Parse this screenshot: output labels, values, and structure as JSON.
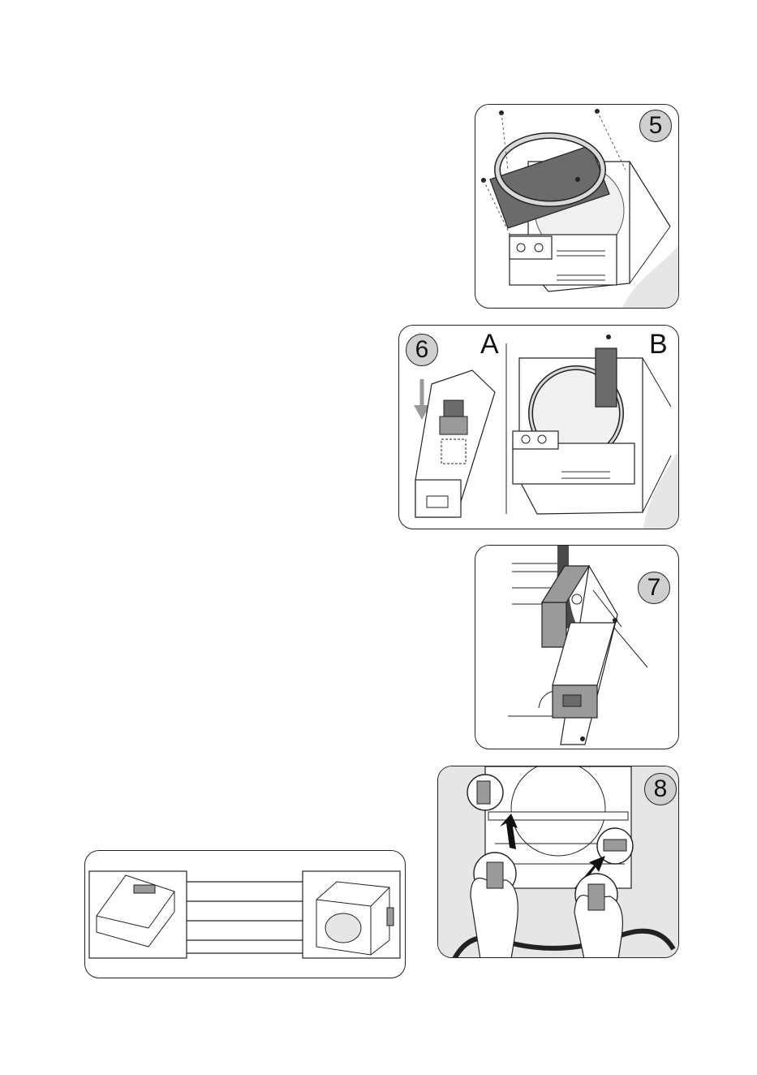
{
  "steps": [
    {
      "number": "5"
    },
    {
      "number": "6",
      "sub_labels": [
        "A",
        "B"
      ]
    },
    {
      "number": "7"
    },
    {
      "number": "8"
    }
  ],
  "colors": {
    "outline": "#222222",
    "badge_fill": "#cfcfcf",
    "part_dark": "#6b6b6b",
    "part_mid": "#9a9a9a",
    "part_light": "#d9d9d9",
    "background_shade": "#e6e6e6"
  }
}
